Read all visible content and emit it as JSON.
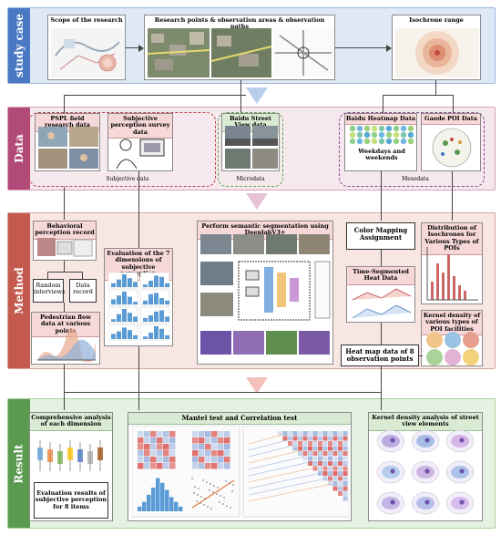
{
  "bands": {
    "study_case": "study case",
    "data": "Data",
    "method": "Method",
    "result": "Result"
  },
  "study_case": {
    "scope": "Scope of the research",
    "research_points": "Research points & observation areas & observation paths",
    "isochrone": "Isochrone range"
  },
  "data": {
    "pspl": "PSPL field research data",
    "subjective_survey": "Subjective perception survey data",
    "baidu_street": "Baidu Street View data",
    "baidu_heatmap": "Baidu Heatmap Data",
    "gaode_poi": "Gaode POI Data",
    "weekdays": "Weekdays and weekends",
    "subjective_group": "Subjective data",
    "micro_group": "Microdata",
    "meso_group": "Mesodata"
  },
  "method": {
    "behavioral": "Behavioral perception record",
    "random_interviews": "Random interviews",
    "data_record": "Data record",
    "pedestrian_flow": "Pedestrian flow data at various points",
    "evaluation_7": "Evaluation of the 7 dimensions of subjective perception",
    "segmentation": "Perform semantic segmentation using DeeplabV3+",
    "color_mapping": "Color Mapping Assignment",
    "time_segmented": "Time-Segmented Heat Data",
    "distribution": "Distribution of Isochrones for Various Types of POIs",
    "kernel_poi": "Kernel density of various types of POI facilities",
    "heatmap_8": "Heat map data of 8 observation points"
  },
  "result": {
    "comprehensive": "Comprehensive analysis of each dimension",
    "evaluation_8": "Evaluation results of subjective perception for 8 items",
    "mantel": "Mantel test and Correlation test",
    "kernel_street": "Kernel density analysis of street view elements"
  },
  "colors": {
    "blue_band": "#dfe8f5",
    "blue_label": "#4a78c2",
    "pink_band": "#f6e9ee",
    "pink_label": "#b14a78",
    "red_band": "#f8e6e3",
    "red_label": "#c4594e",
    "green_band": "#e6f2e1",
    "green_label": "#5a9a4f"
  }
}
